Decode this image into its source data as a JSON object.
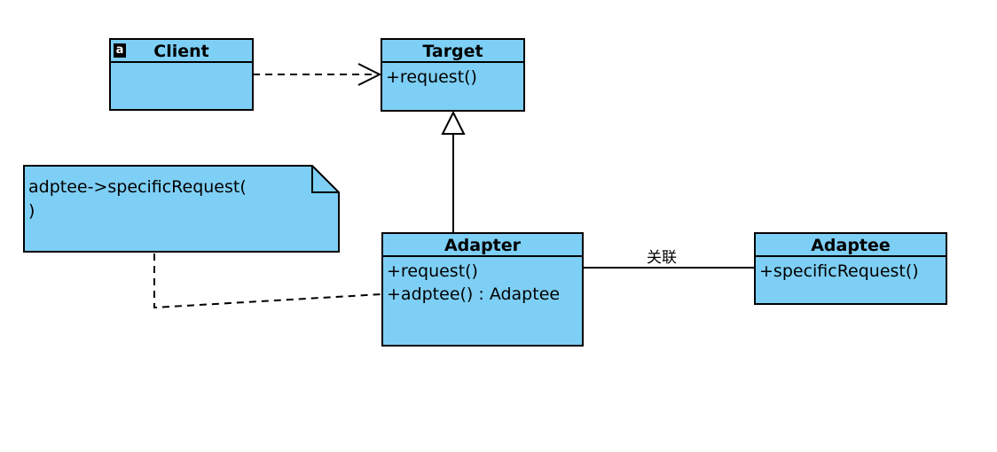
{
  "classes": {
    "client": {
      "name": "Client",
      "abstract_icon": "a",
      "operations": []
    },
    "target": {
      "name": "Target",
      "operations": [
        "+request()"
      ]
    },
    "adapter": {
      "name": "Adapter",
      "operations": [
        "+request()",
        "+adptee() : Adaptee"
      ]
    },
    "adaptee": {
      "name": "Adaptee",
      "operations": [
        "+specificRequest()"
      ]
    }
  },
  "note": {
    "lines": [
      "adptee->specificRequest(",
      ")"
    ]
  },
  "association": {
    "label": "关联"
  },
  "colors": {
    "class_fill": "#7ecff5",
    "line": "#000000"
  }
}
